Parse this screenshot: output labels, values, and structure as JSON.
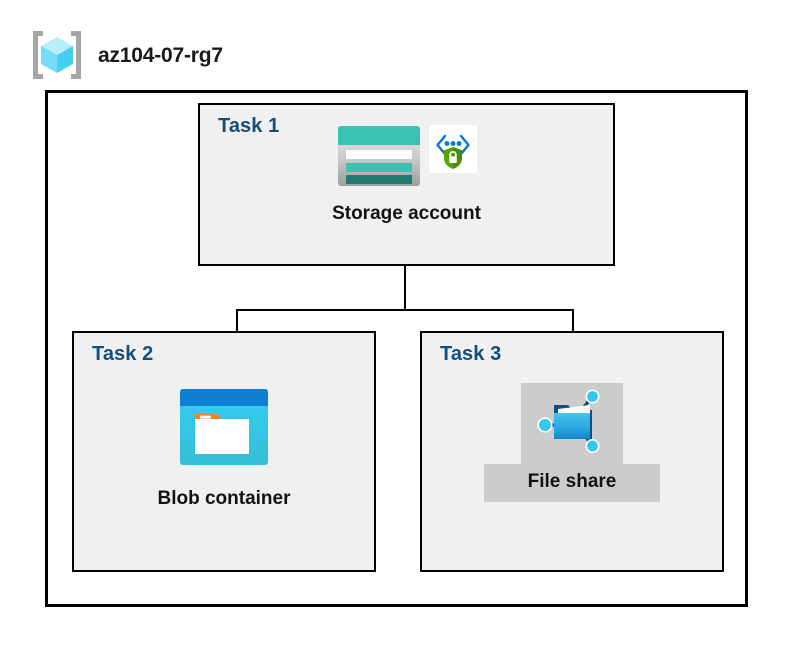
{
  "header": {
    "icon_name": "azure-resource-group-icon",
    "title": "az104-07-rg7"
  },
  "boundary": {
    "name": "resource-group-boundary"
  },
  "colors": {
    "task_label": "#11507e",
    "box_fill": "#f0f0f0",
    "box_border": "#000000",
    "connector": "#000000",
    "selection_highlight": "#cccccc",
    "storage_teal": "#37c2b1",
    "storage_teal_dark": "#1f7a71",
    "blob_blue": "#0f7fd4",
    "blob_cyan": "#32c8ef",
    "blob_orange": "#f58220",
    "fileshare_blue": "#2aa9e0",
    "fileshare_node": "#32c8ef",
    "endpoint_green": "#57a300",
    "endpoint_blue": "#0078d4",
    "cube_cyan": "#9fe9fb",
    "bracket_gray": "#a6a6a6"
  },
  "tasks": [
    {
      "id": "task1",
      "label": "Task 1",
      "nodes": [
        {
          "caption": "Storage account",
          "icon_name": "storage-account-icon",
          "secondary_icon_name": "private-endpoint-secured-icon",
          "selected": false
        }
      ]
    },
    {
      "id": "task2",
      "label": "Task 2",
      "nodes": [
        {
          "caption": "Blob container",
          "icon_name": "blob-container-icon",
          "selected": false
        }
      ]
    },
    {
      "id": "task3",
      "label": "Task 3",
      "nodes": [
        {
          "caption": "File share",
          "icon_name": "file-share-icon",
          "selected": true
        }
      ]
    }
  ],
  "connectors": [
    {
      "name": "storage-to-branch-trunk",
      "from": "task1",
      "to": "branch"
    },
    {
      "name": "branch-horizontal",
      "from": "branch",
      "to": "branch"
    },
    {
      "name": "branch-to-blob",
      "from": "branch",
      "to": "task2"
    },
    {
      "name": "branch-to-fileshare",
      "from": "branch",
      "to": "task3"
    }
  ]
}
